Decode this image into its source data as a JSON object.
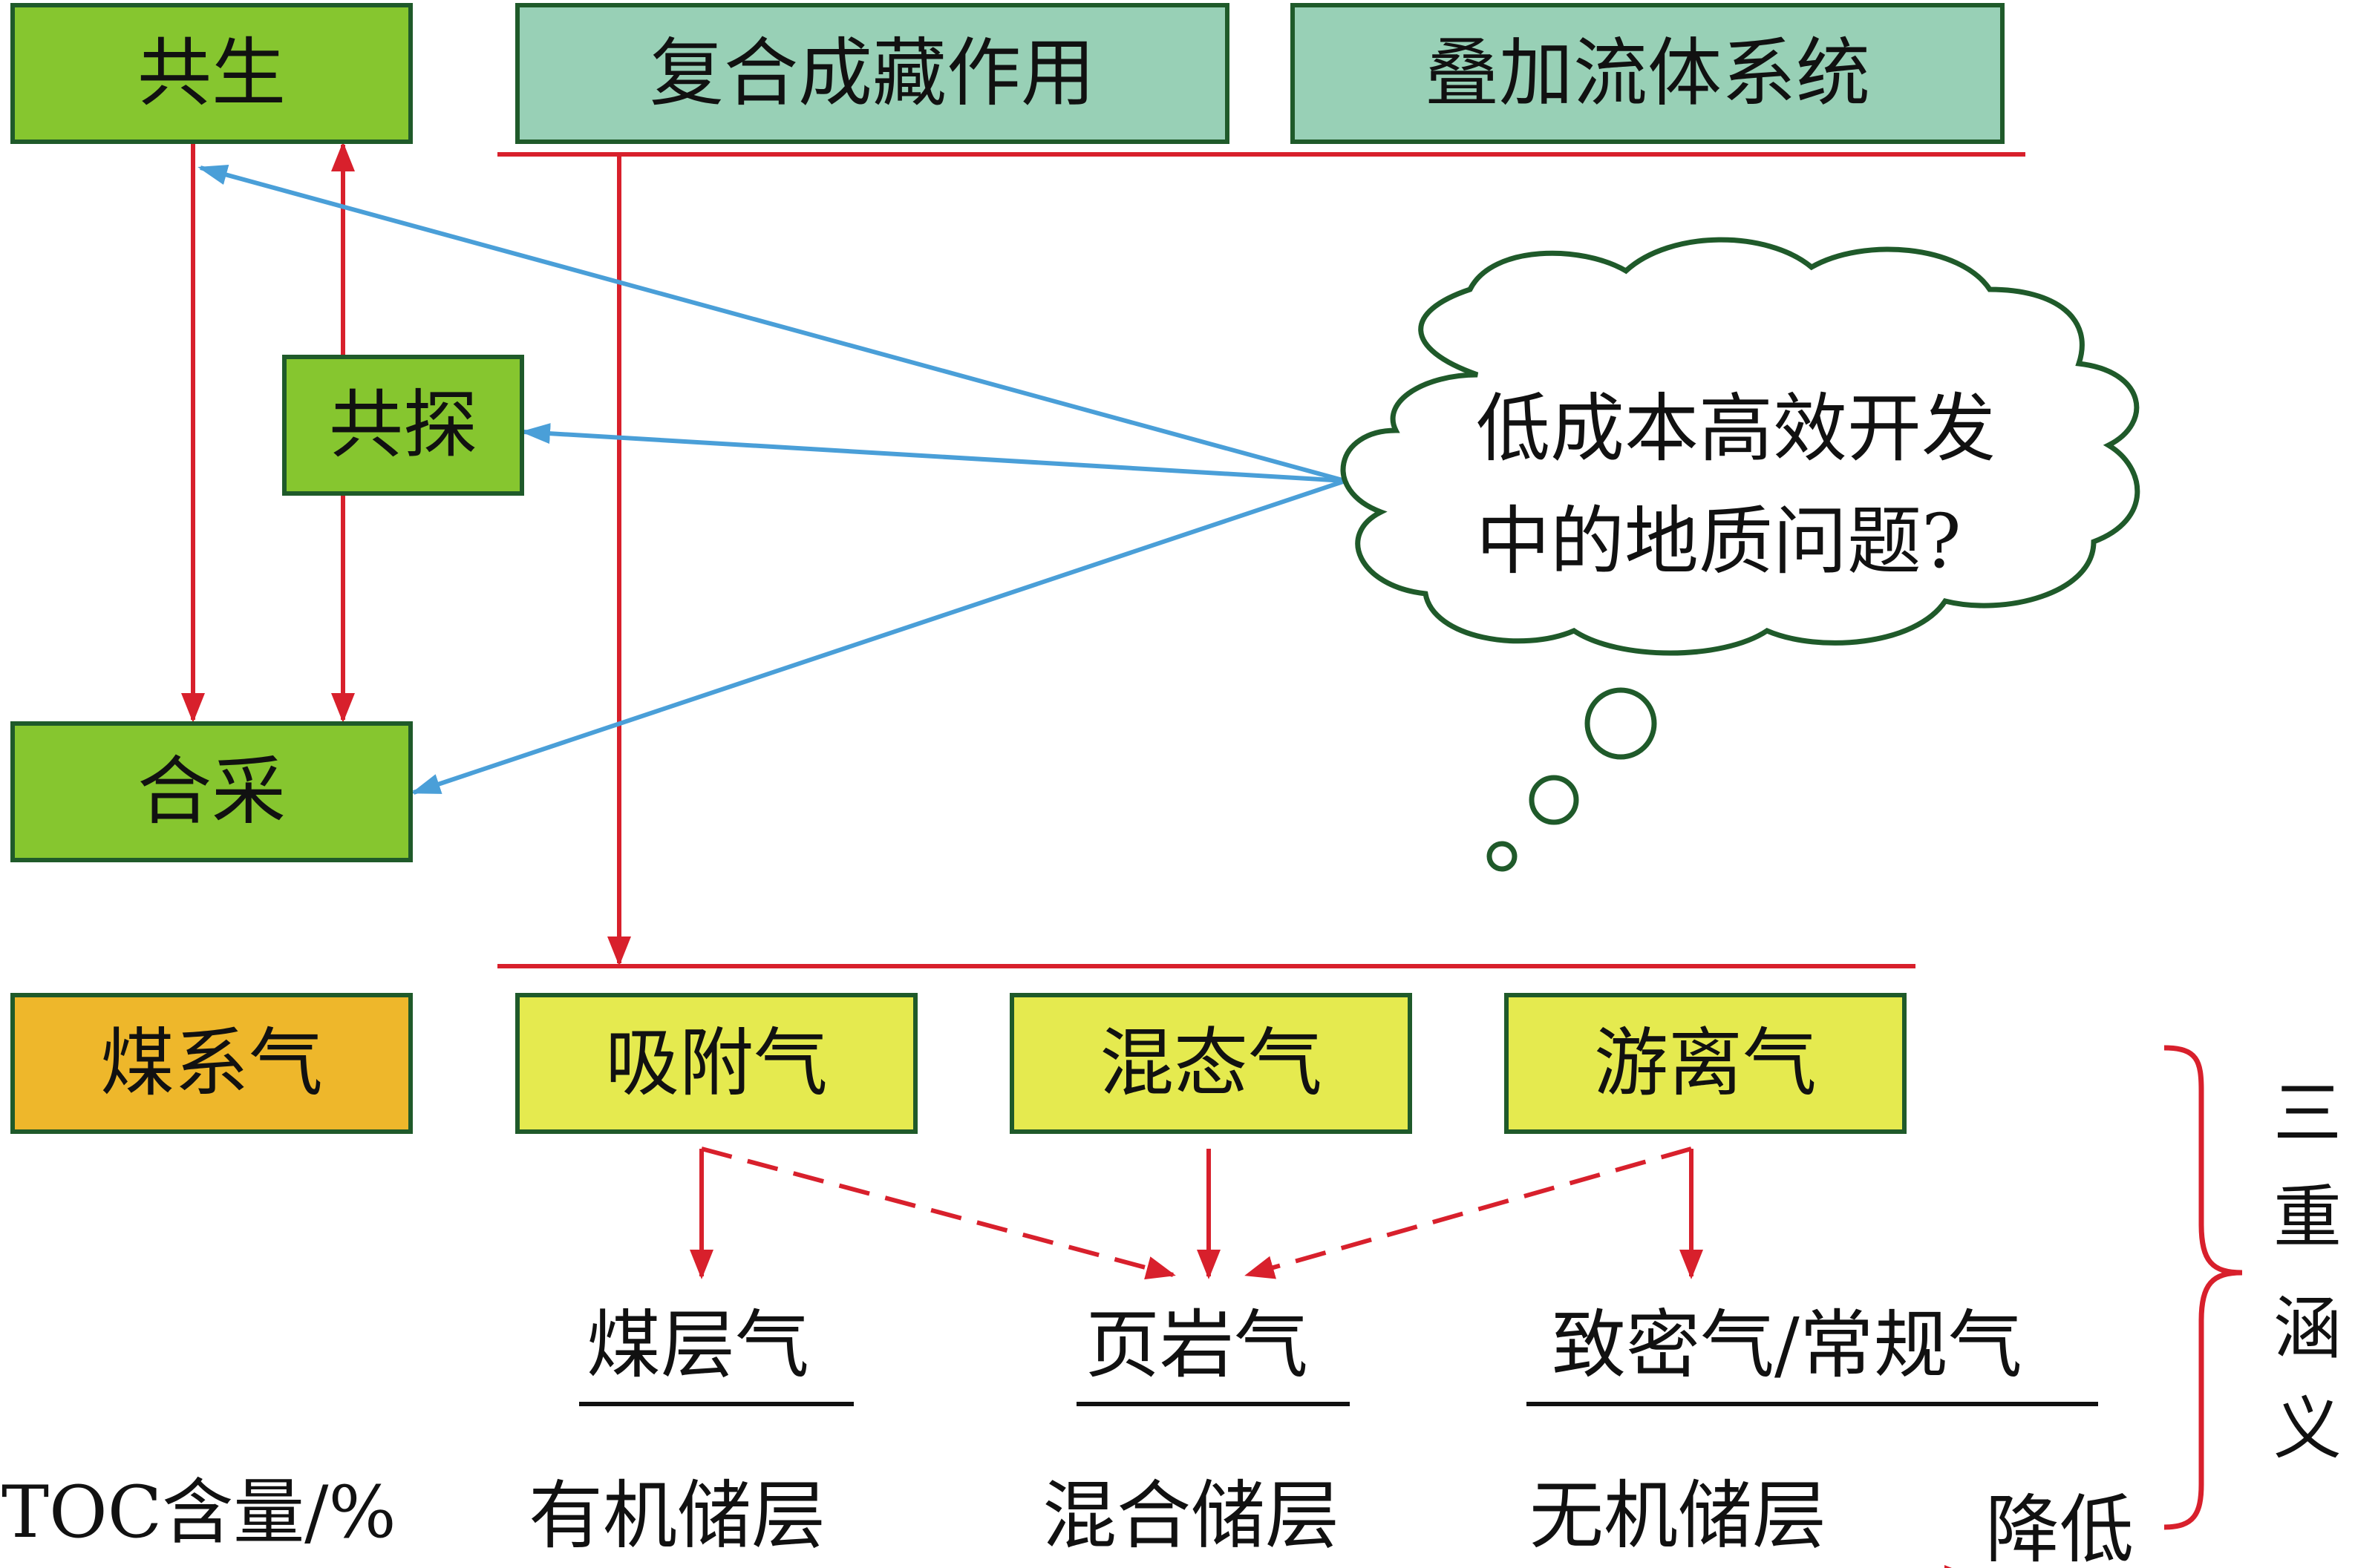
{
  "top_left": {
    "gongsheng": "共生",
    "gongtan": "共探",
    "hecai": "合采"
  },
  "top_boxes": {
    "fuhe": "复合成藏作用",
    "diejia": "叠加流体系统"
  },
  "cloud": {
    "line1": "低成本高效开发",
    "line2": "中的地质问题?"
  },
  "coal_gas": "煤系气",
  "gas_types": [
    "吸附气",
    "混态气",
    "游离气"
  ],
  "gas_kinds": [
    "煤层气",
    "页岩气",
    "致密气/常规气"
  ],
  "reservoirs": [
    "有机储层",
    "混合储层",
    "无机储层"
  ],
  "toc_label": "TOC含量/%",
  "decrease_label": "降低",
  "triple_meaning": [
    "三",
    "重",
    "涵",
    "义"
  ],
  "colors": {
    "green_box": "#86c62f",
    "teal_box": "#98d0b6",
    "yellow_box": "#e5ea4f",
    "orange_box": "#eeb72b",
    "box_border": "#1f5a2a",
    "red_arrow": "#d8202c",
    "blue_arrow": "#4a9fd8",
    "cloud_stroke": "#1f5a2a"
  }
}
